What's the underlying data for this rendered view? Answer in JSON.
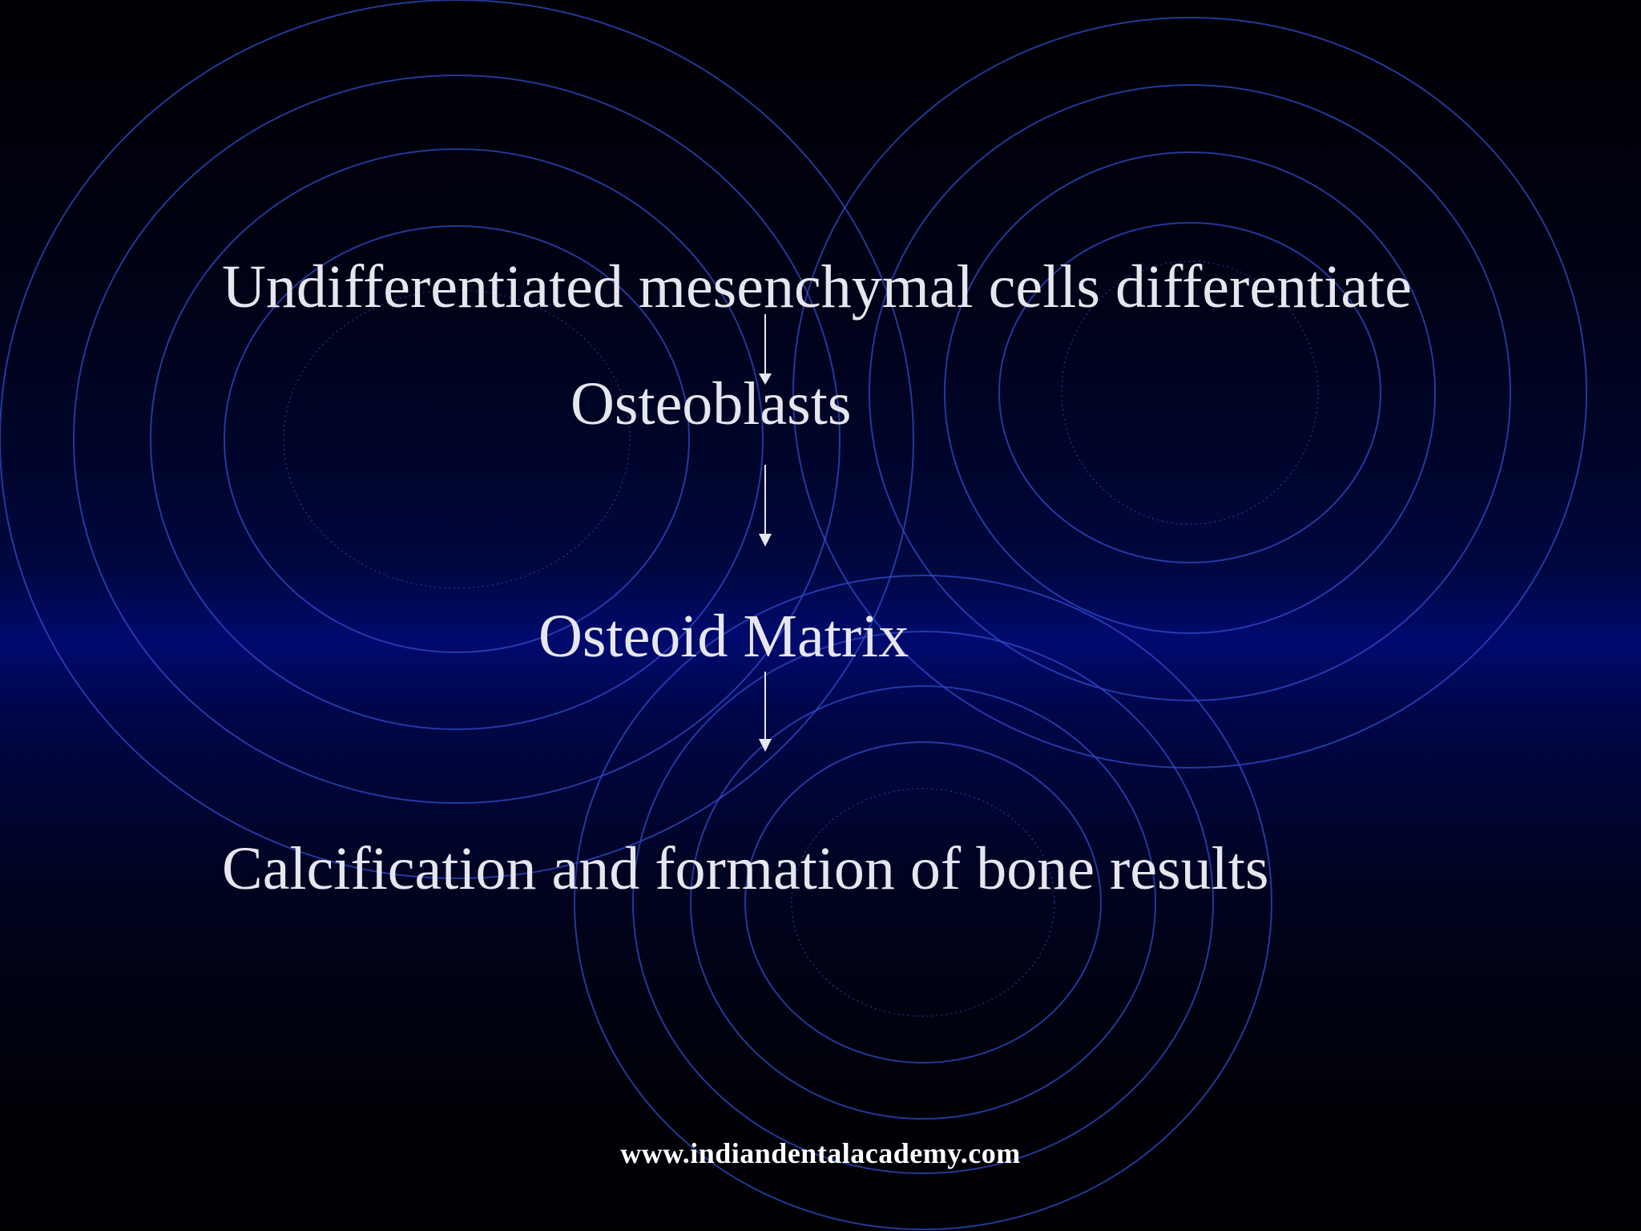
{
  "slide": {
    "steps": [
      "Undifferentiated mesenchymal cells differentiate",
      "Osteoblasts",
      "Osteoid Matrix",
      "Calcification and formation of bone results"
    ],
    "footer": "www.indiandentalacademy.com"
  },
  "colors": {
    "background_top": "#000003",
    "background_band": "#000a6e",
    "ring_stroke": "#2f4bc8",
    "text": "#e6e6ef",
    "footer_text": "#ffffff"
  }
}
